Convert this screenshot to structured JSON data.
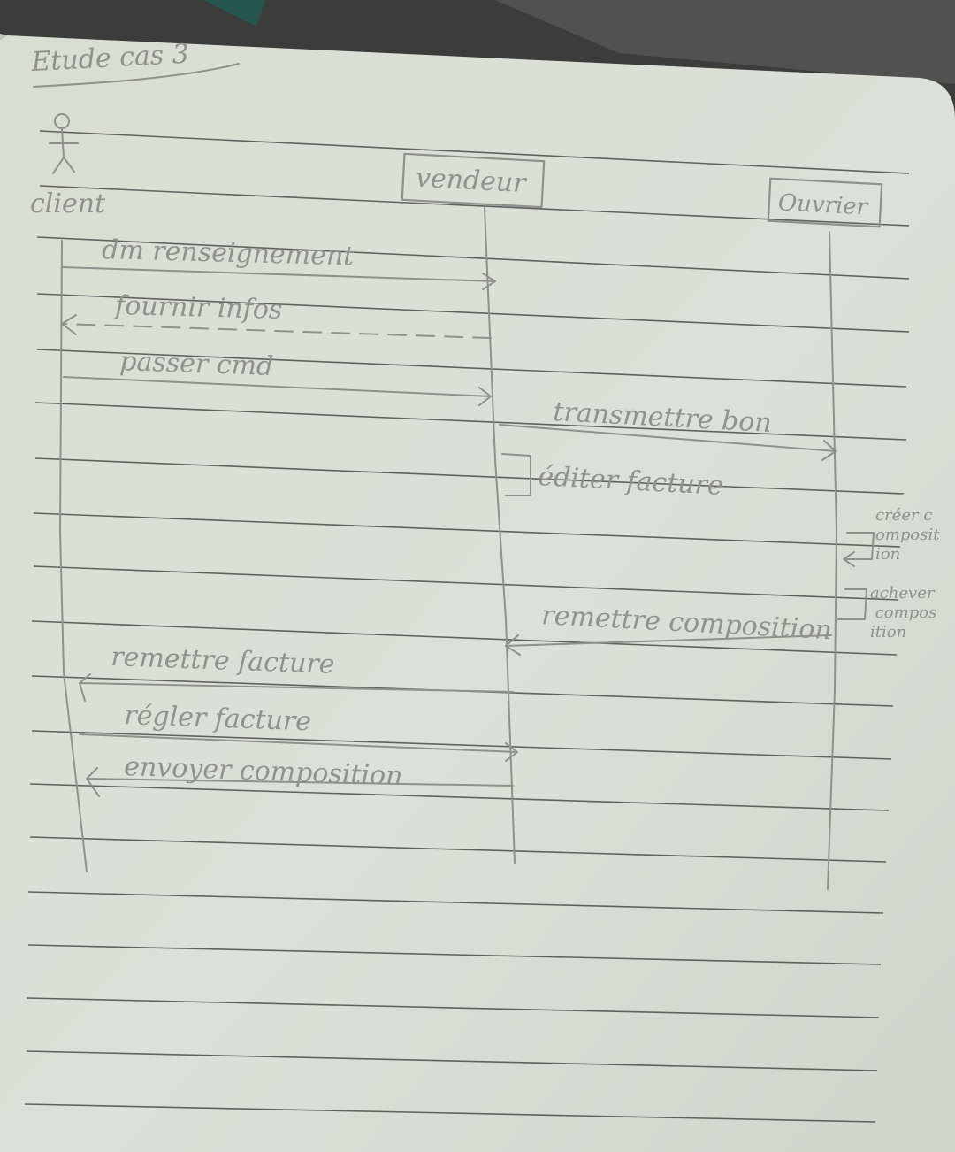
{
  "title": "Etude cas 3",
  "actors": {
    "client": "client",
    "vendeur": "vendeur",
    "ouvrier": "Ouvrier"
  },
  "messages": [
    "dm renseignement",
    "fournir infos",
    "passer cmd",
    "transmettre bon",
    "éditer facture",
    "remettre composition",
    "remettre facture",
    "régler facture",
    "envoyer composition"
  ],
  "self_notes": [
    "créer composition",
    "achever composition"
  ],
  "colors": {
    "paper": "#dbe0d6",
    "pencil": "#8e918c",
    "rule_line": "#4a4c4a"
  }
}
